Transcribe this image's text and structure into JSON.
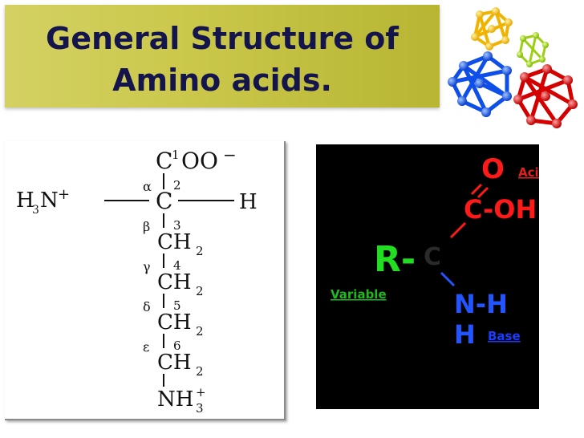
{
  "slide": {
    "title_line1": "General Structure of",
    "title_line2": "Amino acids."
  },
  "lysine": {
    "carboxyl": "C",
    "carboxyl_sup": "1",
    "carboxyl_rest": "OO",
    "carboxyl_charge": "−",
    "amino_group": "H",
    "amino_sub": "3",
    "amino_n": "N",
    "amino_charge": "+",
    "alpha_carbon": "C",
    "hydrogen": "H",
    "greek": [
      "α",
      "β",
      "γ",
      "δ",
      "ε"
    ],
    "numbers": [
      "2",
      "3",
      "4",
      "5",
      "6"
    ],
    "ch2": "CH",
    "ch2_sub": "2",
    "terminal": "NH",
    "terminal_sub": "3",
    "terminal_sup": "+"
  },
  "generic": {
    "oxygen": "O",
    "acid_label": "Acid",
    "carbon": "C",
    "oh": "-OH",
    "r_group": "R-",
    "variable_label": "Variable",
    "nh": "N-H",
    "h": "H",
    "base_label": "Base"
  },
  "colors": {
    "title_text": "#14154d",
    "oxygen_red": "#ff1a1a",
    "r_green": "#22dd22",
    "amine_blue": "#2255ff",
    "acid_label": "#e0201a",
    "variable_label": "#1fb81f",
    "base_label": "#1a3cff"
  }
}
